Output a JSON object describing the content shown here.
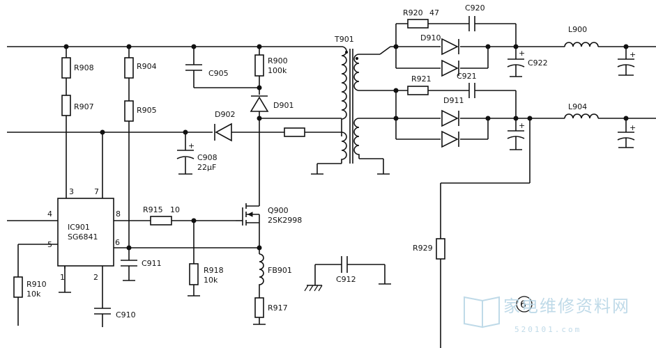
{
  "labels": {
    "r908": "R908",
    "r907": "R907",
    "r904": "R904",
    "r905": "R905",
    "c905": "C905",
    "r900": "R900",
    "r900_val": "100k",
    "d901": "D901",
    "d902": "D902",
    "c908": "C908",
    "c908_val": "22μF",
    "t901": "T901",
    "r920": "R920",
    "r920_val": "47",
    "c920": "C920",
    "d910": "D910",
    "c922": "C922",
    "l900": "L900",
    "r921": "R921",
    "c921": "C921",
    "d911": "D911",
    "l904": "L904",
    "ic_ref": "IC901",
    "ic_part": "SG6841",
    "pin1": "1",
    "pin2": "2",
    "pin3": "3",
    "pin4": "4",
    "pin5": "5",
    "pin6": "6",
    "pin7": "7",
    "pin8": "8",
    "r915": "R915",
    "r915_val": "10",
    "q900": "Q900",
    "q900_part": "2SK2998",
    "c911": "C911",
    "r918": "R918",
    "r918_val": "10k",
    "fb901": "FB901",
    "r917": "R917",
    "c912": "C912",
    "r910": "R910",
    "r910_val": "10k",
    "c910": "C910",
    "r929": "R929",
    "figure_mark": "⑥"
  },
  "watermark": {
    "brand": "家电维修资料网",
    "url": "520101.com",
    "color": "#b9d6e6"
  }
}
